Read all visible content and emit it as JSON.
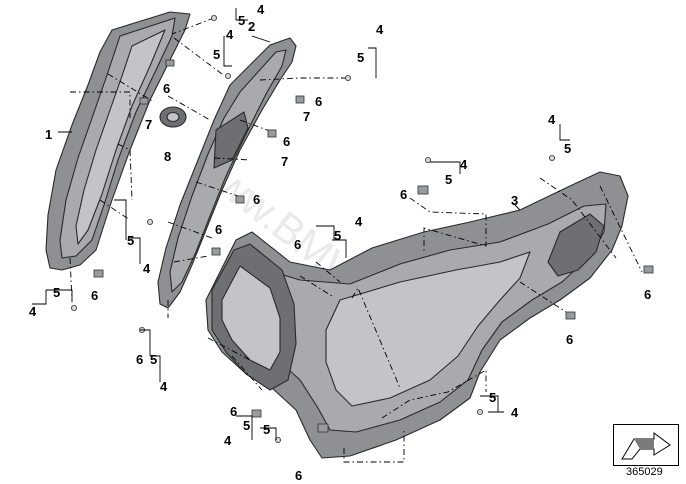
{
  "diagram": {
    "callouts": [
      "1",
      "2",
      "3",
      "4",
      "5",
      "6",
      "7",
      "8"
    ],
    "reference_number": "365029",
    "watermark": "www.BMW-store.pl"
  },
  "icons": {
    "orientation": "arrow-direction-icon"
  },
  "colors": {
    "part_fill": "#a9aaae",
    "outline": "#2a2a2a",
    "background": "#ffffff"
  }
}
